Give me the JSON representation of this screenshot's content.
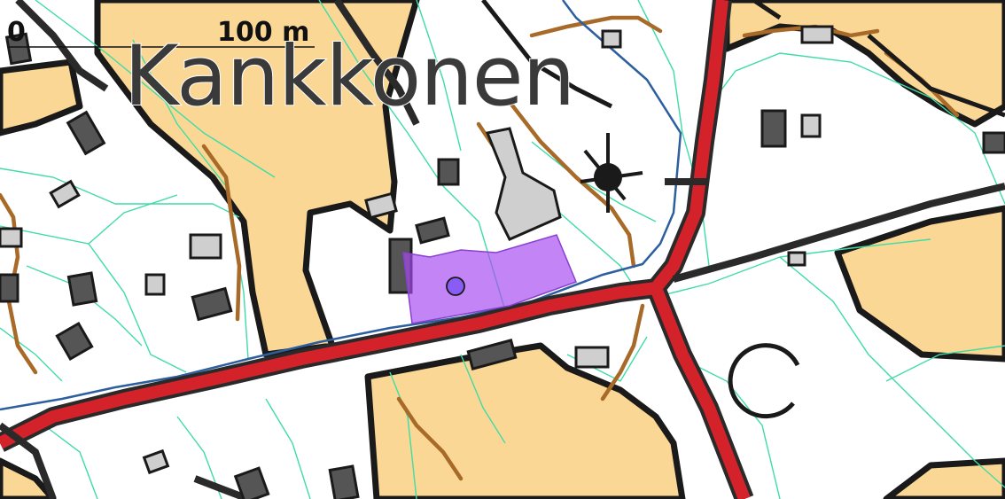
{
  "map": {
    "place_name": "Kankkonen",
    "scale_bar": {
      "start_label": "0",
      "end_label": "100 m"
    }
  },
  "colors": {
    "background": "#ffffff",
    "open_land": "#fbd795",
    "building": "#555555",
    "building_light": "#cfcfcf",
    "building_outline": "#1a1a1a",
    "main_road": "#d3222a",
    "road_casing": "#2a2a2a",
    "trail": "#a86a28",
    "boundary": "#3fdca6",
    "water_line": "#2d5f9e",
    "highlight_parcel": "#a64bf0",
    "highlight_point": "#8a5cf6"
  },
  "icons": {
    "marker": "circle-marker-icon",
    "place_symbol": "church-symbol-icon"
  }
}
